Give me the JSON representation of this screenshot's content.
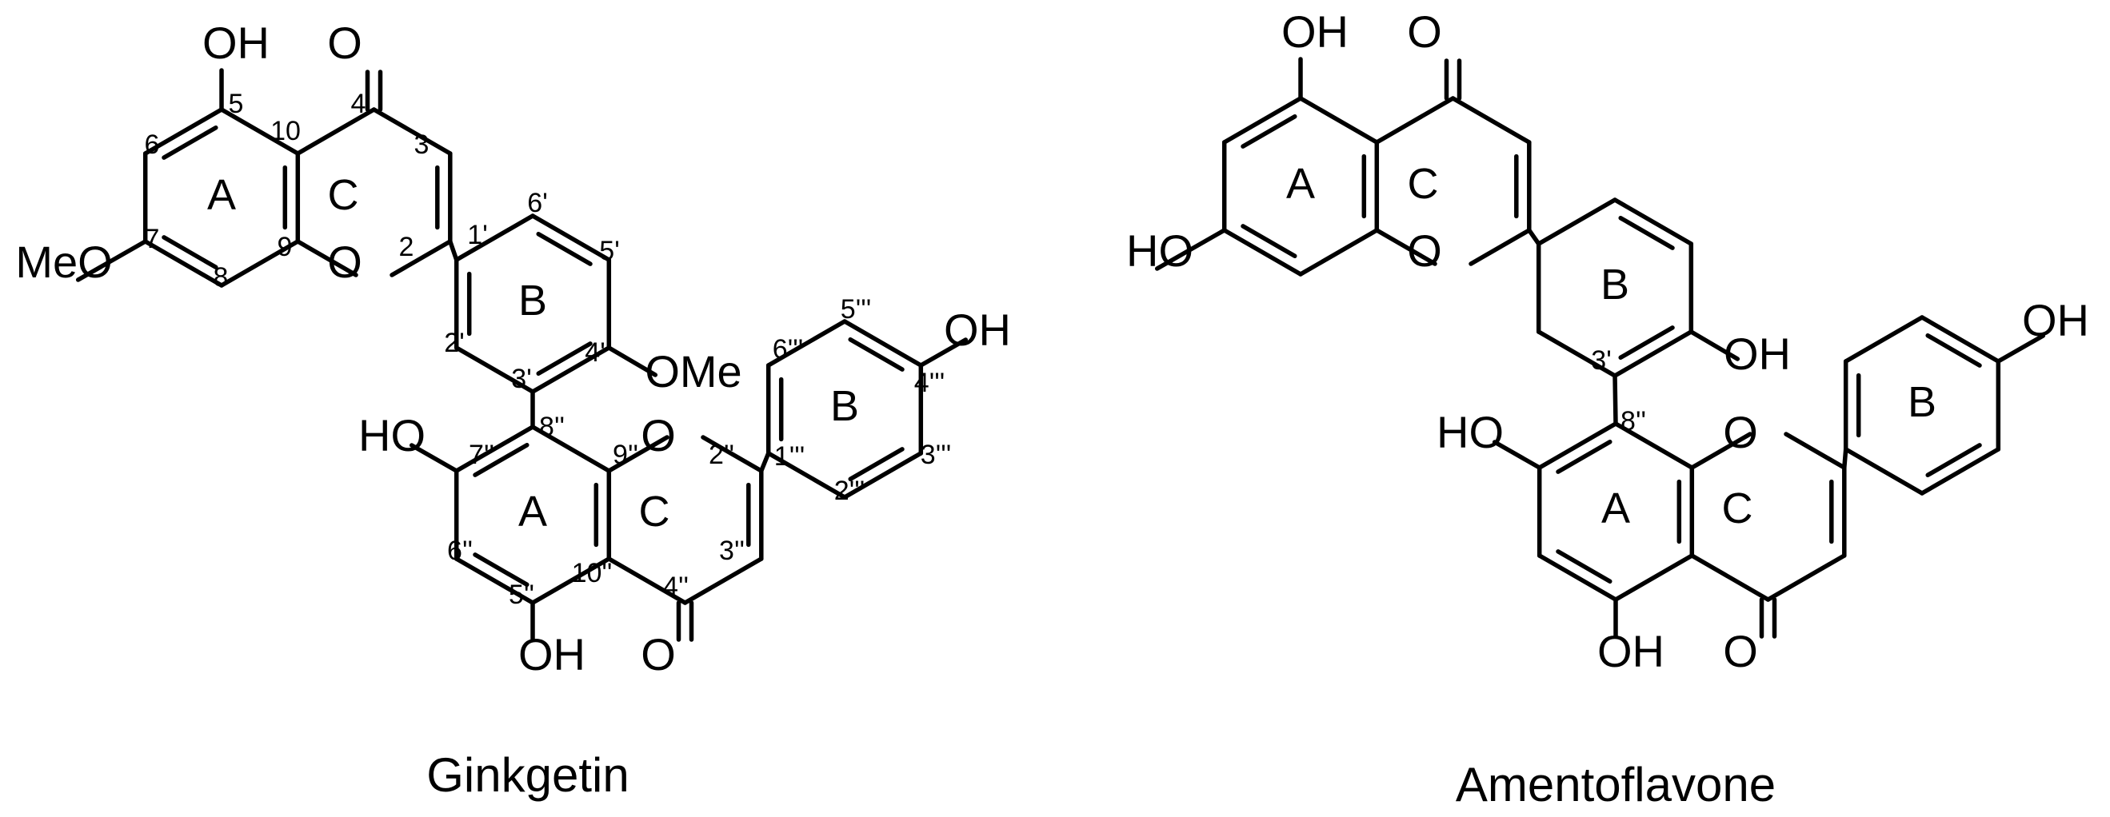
{
  "compounds": [
    {
      "key": "ginkgetin",
      "name": "Ginkgetin",
      "groups": {
        "oh_5": "OH",
        "o_4": "O",
        "meo_7": "MeO",
        "o_1": "O",
        "ome_4p": "OMe",
        "ho_7pp": "HO",
        "o_1pp": "O",
        "oh_5pp": "OH",
        "o_4pp": "O",
        "oh_4ppp": "OH"
      },
      "rings": {
        "A": "A",
        "C": "C",
        "B": "B",
        "App": "A",
        "Cpp": "C",
        "Bppp": "B"
      },
      "locants": {
        "n5": "5",
        "n4": "4",
        "n3": "3",
        "n2": "2",
        "n6": "6",
        "n7": "7",
        "n8": "8",
        "n9": "9",
        "n10": "10",
        "n1p": "1'",
        "n2p": "2'",
        "n3p": "3'",
        "n4p": "4'",
        "n5p": "5'",
        "n6p": "6'",
        "n2pp": "2''",
        "n3pp": "3''",
        "n4pp": "4''",
        "n5pp": "5''",
        "n6pp": "6''",
        "n7pp": "7''",
        "n8pp": "8''",
        "n9pp": "9''",
        "n10pp": "10''",
        "n1ppp": "1'''",
        "n2ppp": "2'''",
        "n3ppp": "3'''",
        "n4ppp": "4'''",
        "n5ppp": "5'''",
        "n6ppp": "6'''"
      }
    },
    {
      "key": "amentoflavone",
      "name": "Amentoflavone",
      "groups": {
        "oh_5": "OH",
        "o_4": "O",
        "ho_7": "HO",
        "o_1": "O",
        "oh_4p": "OH",
        "ho_7pp": "HO",
        "o_1pp": "O",
        "oh_5pp": "OH",
        "o_4pp": "O",
        "oh_4ppp": "OH"
      },
      "rings": {
        "A": "A",
        "C": "C",
        "B": "B",
        "App": "A",
        "Cpp": "C",
        "Bppp": "B"
      },
      "locants": {
        "n3p": "3'",
        "n8pp": "8''"
      }
    }
  ]
}
